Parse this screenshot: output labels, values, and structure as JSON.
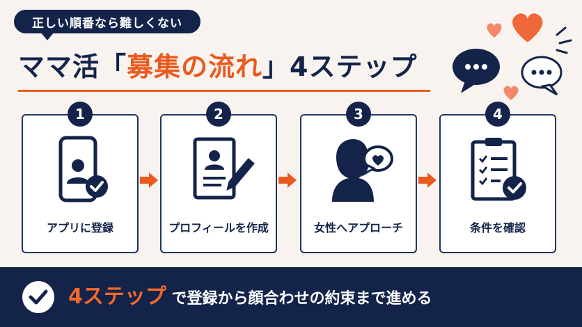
{
  "badge": {
    "text": "正しい順番なら難しくない"
  },
  "title": {
    "prefix": "ママ活「",
    "highlight": "募集の流れ",
    "suffix": "」4ステップ"
  },
  "steps": [
    {
      "number": "1",
      "label": "アプリに登録",
      "icon": "smartphone-user-check-icon"
    },
    {
      "number": "2",
      "label": "プロフィールを作成",
      "icon": "profile-pencil-icon"
    },
    {
      "number": "3",
      "label": "女性へアプローチ",
      "icon": "woman-heart-bubble-icon"
    },
    {
      "number": "4",
      "label": "条件を確認",
      "icon": "clipboard-check-icon"
    }
  ],
  "footer": {
    "highlight": "4ステップ",
    "text": "で登録から顔合わせの約束まで進める"
  },
  "colors": {
    "navy": "#13234a",
    "orange": "#ea5a1f",
    "background": "#f8f3ee"
  }
}
